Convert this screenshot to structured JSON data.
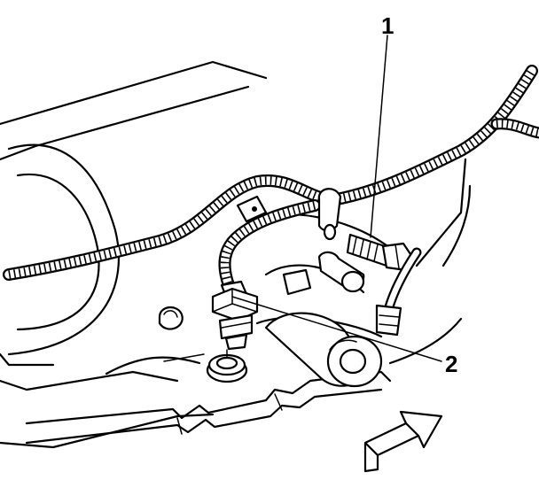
{
  "callouts": [
    {
      "id": "1",
      "label": "1"
    },
    {
      "id": "2",
      "label": "2"
    }
  ],
  "icons": {
    "direction_arrow": "forward-arrow-icon"
  },
  "colors": {
    "ink": "#000000",
    "paper": "#ffffff"
  }
}
